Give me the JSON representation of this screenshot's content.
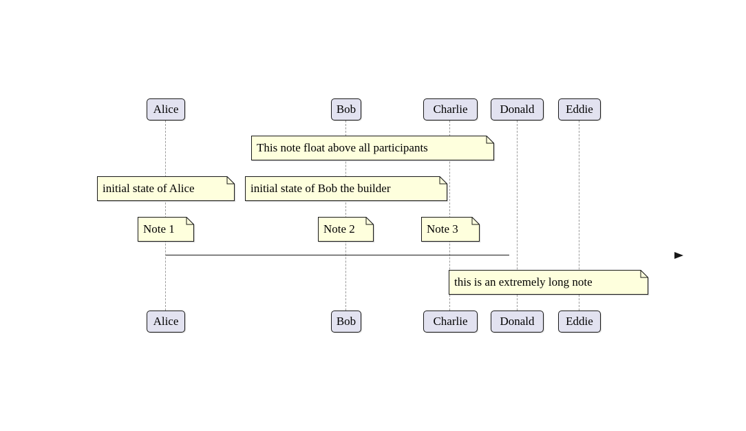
{
  "diagram": {
    "type": "sequence-diagram",
    "participants": [
      {
        "name": "Alice"
      },
      {
        "name": "Bob"
      },
      {
        "name": "Charlie"
      },
      {
        "name": "Donald"
      },
      {
        "name": "Eddie"
      }
    ],
    "notes": [
      {
        "text": "This note float above all participants",
        "position": "floating above, spanning Bob to Charlie"
      },
      {
        "text": "initial state of Alice",
        "position": "over Alice"
      },
      {
        "text": "initial state of Bob the builder",
        "position": "over Bob"
      },
      {
        "text": "Note 1",
        "position": "over Alice"
      },
      {
        "text": "Note 2",
        "position": "over Bob"
      },
      {
        "text": "Note 3",
        "position": "over Charlie"
      },
      {
        "text": "this is an extremely long note",
        "position": "over Donald and Eddie"
      }
    ],
    "messages": [
      {
        "from": "Alice",
        "to": "Donald",
        "label": ""
      }
    ]
  },
  "colors": {
    "background": "#FFFFFF",
    "participant_fill": "#E2E2F0",
    "participant_border": "#181818",
    "note_fill": "#FEFFDD",
    "note_border": "#181818",
    "lifeline": "#9A9A9A",
    "arrow": "#181818"
  }
}
